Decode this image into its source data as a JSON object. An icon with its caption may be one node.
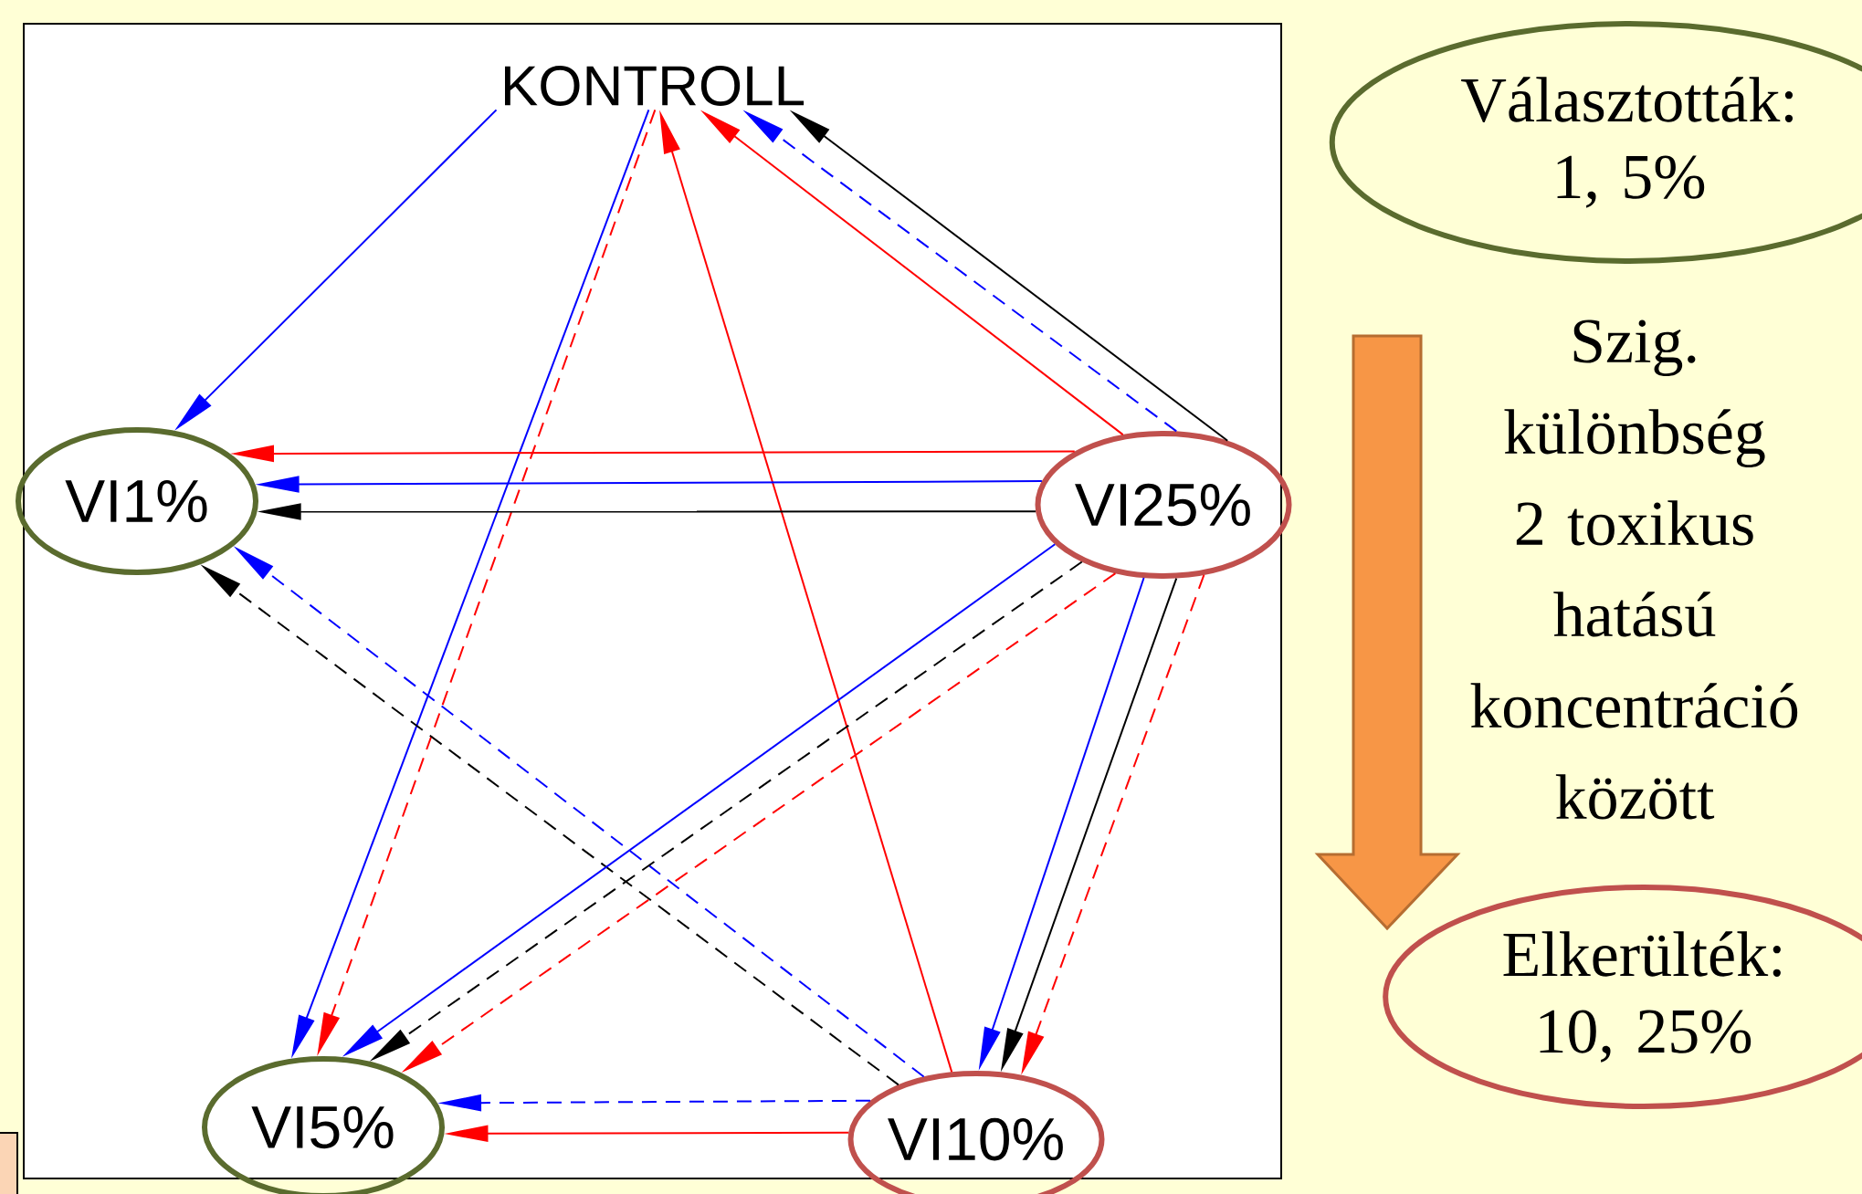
{
  "diagram": {
    "nodes": [
      {
        "text": [
          "KONTROLL"
        ]
      },
      {
        "text": [
          "VI1%"
        ]
      },
      {
        "text": [
          "VI25%"
        ]
      },
      {
        "text": [
          "VI5%"
        ]
      },
      {
        "text": [
          "VI10%"
        ]
      },
      {
        "text": [
          "Választották: 1, 5%"
        ]
      },
      {
        "text": [
          "Elkerülték: 10, 25%"
        ]
      }
    ],
    "edges": [
      {
        "from": 0,
        "to": 1,
        "arrow": "to",
        "color": "#0000ff"
      },
      {
        "from": 0,
        "to": 3,
        "arrow": "to",
        "color": "#0000ff"
      },
      {
        "from": 0,
        "to": 3,
        "arrow": "to",
        "style": "dashed",
        "color": "#ff0000"
      },
      {
        "from": 4,
        "to": 0,
        "arrow": "to",
        "color": "#ff0000"
      },
      {
        "from": 2,
        "to": 0,
        "arrow": "to",
        "color": "#ff0000"
      },
      {
        "from": 2,
        "to": 0,
        "arrow": "to",
        "style": "dashed",
        "color": "#0000ff"
      },
      {
        "from": 2,
        "to": 0,
        "arrow": "to",
        "color": "#000000"
      },
      {
        "from": 2,
        "to": 1,
        "arrow": "to",
        "color": "#ff0000"
      },
      {
        "from": 2,
        "to": 1,
        "arrow": "to",
        "color": "#0000ff"
      },
      {
        "from": 2,
        "to": 1,
        "arrow": "to",
        "color": "#000000"
      },
      {
        "from": 4,
        "to": 1,
        "arrow": "to",
        "style": "dashed",
        "color": "#0000ff"
      },
      {
        "from": 4,
        "to": 1,
        "arrow": "to",
        "style": "dashed",
        "color": "#000000"
      },
      {
        "from": 2,
        "to": 3,
        "arrow": "to",
        "color": "#0000ff"
      },
      {
        "from": 2,
        "to": 3,
        "arrow": "to",
        "style": "dashed",
        "color": "#000000"
      },
      {
        "from": 2,
        "to": 3,
        "arrow": "to",
        "style": "dashed",
        "color": "#ff0000"
      },
      {
        "from": 2,
        "to": 4,
        "arrow": "to",
        "color": "#0000ff"
      },
      {
        "from": 2,
        "to": 4,
        "arrow": "to",
        "color": "#000000"
      },
      {
        "from": 2,
        "to": 4,
        "arrow": "to",
        "style": "dashed",
        "color": "#ff0000"
      },
      {
        "from": 4,
        "to": 3,
        "arrow": "to",
        "style": "dashed",
        "color": "#0000ff"
      },
      {
        "from": 4,
        "to": 3,
        "arrow": "to",
        "color": "#ff0000"
      }
    ],
    "labels": [
      "Szig. különbség 2 toxikus hatású koncentráció között"
    ]
  }
}
